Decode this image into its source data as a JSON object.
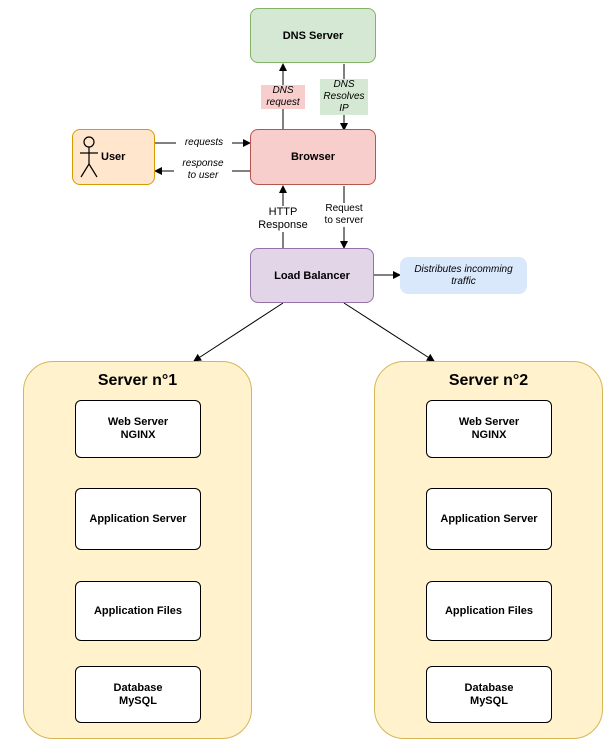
{
  "nodes": {
    "dns": "DNS Server",
    "browser": "Browser",
    "user": "User",
    "load_balancer": "Load Balancer",
    "note": "Distributes incomming\ntraffic"
  },
  "edges": {
    "dns_request": "DNS\nrequest",
    "dns_resolves": "DNS\nResolves\nIP",
    "requests": "requests",
    "response_to_user": "response\nto user",
    "http_response": "HTTP\nResponse",
    "request_to_server": "Request\nto server"
  },
  "servers": [
    {
      "title": "Server n°1",
      "components": [
        "Web Server\nNGINX",
        "Application Server",
        "Application Files",
        "Database\nMySQL"
      ]
    },
    {
      "title": "Server n°2",
      "components": [
        "Web Server\nNGINX",
        "Application Server",
        "Application Files",
        "Database\nMySQL"
      ]
    }
  ]
}
